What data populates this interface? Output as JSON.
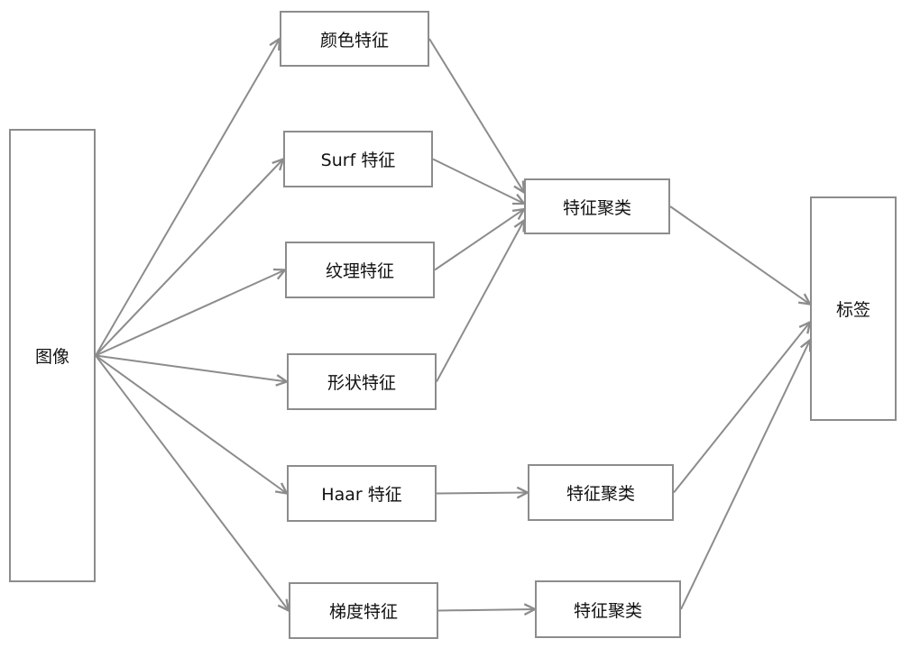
{
  "diagram": {
    "nodes": {
      "image": {
        "label": "图像"
      },
      "color_feature": {
        "label": "颜色特征"
      },
      "surf_feature": {
        "label": "Surf 特征"
      },
      "texture_feature": {
        "label": "纹理特征"
      },
      "shape_feature": {
        "label": "形状特征"
      },
      "haar_feature": {
        "label": "Haar 特征"
      },
      "gradient_feature": {
        "label": "梯度特征"
      },
      "cluster_1": {
        "label": "特征聚类"
      },
      "cluster_2": {
        "label": "特征聚类"
      },
      "cluster_3": {
        "label": "特征聚类"
      },
      "label": {
        "label": "标签"
      }
    },
    "edges": [
      {
        "from": "image",
        "to": "color_feature"
      },
      {
        "from": "image",
        "to": "surf_feature"
      },
      {
        "from": "image",
        "to": "texture_feature"
      },
      {
        "from": "image",
        "to": "shape_feature"
      },
      {
        "from": "image",
        "to": "haar_feature"
      },
      {
        "from": "image",
        "to": "gradient_feature"
      },
      {
        "from": "color_feature",
        "to": "cluster_1"
      },
      {
        "from": "surf_feature",
        "to": "cluster_1"
      },
      {
        "from": "texture_feature",
        "to": "cluster_1"
      },
      {
        "from": "shape_feature",
        "to": "cluster_1"
      },
      {
        "from": "haar_feature",
        "to": "cluster_2"
      },
      {
        "from": "gradient_feature",
        "to": "cluster_3"
      },
      {
        "from": "cluster_1",
        "to": "label"
      },
      {
        "from": "cluster_2",
        "to": "label"
      },
      {
        "from": "cluster_3",
        "to": "label"
      }
    ],
    "colors": {
      "line": "#8c8c8c",
      "border": "#8c8c8c",
      "text": "#111111"
    }
  }
}
